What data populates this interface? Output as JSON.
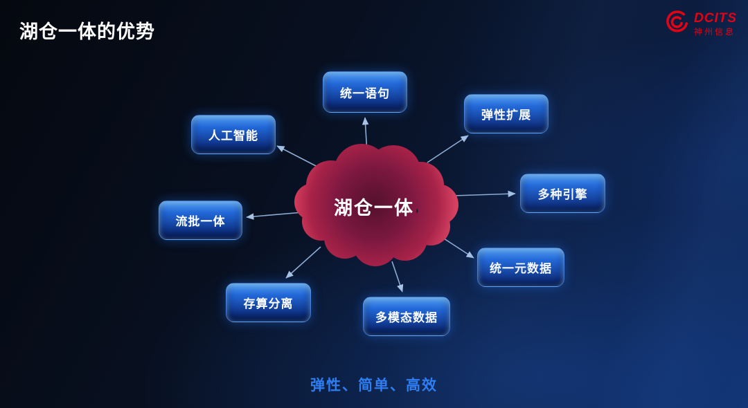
{
  "slide": {
    "title": "湖仓一体的优势",
    "footer": "弹性、简单、高效"
  },
  "logo": {
    "name": "DCITS",
    "subtitle": "神州信息",
    "color": "#e60012"
  },
  "diagram": {
    "center_label": "湖仓一体",
    "nodes": [
      {
        "id": "unified-statement",
        "label": "统一语句"
      },
      {
        "id": "elastic-scaling",
        "label": "弹性扩展"
      },
      {
        "id": "artificial-intelligence",
        "label": "人工智能"
      },
      {
        "id": "multi-engine",
        "label": "多种引擎"
      },
      {
        "id": "stream-batch-unified",
        "label": "流批一体"
      },
      {
        "id": "unified-metadata",
        "label": "统一元数据"
      },
      {
        "id": "storage-compute-separation",
        "label": "存算分离"
      },
      {
        "id": "multimodal-data",
        "label": "多模态数据"
      }
    ],
    "colors": {
      "node_blue": "#2268d8",
      "cloud_red": "#a82248",
      "footer_blue": "#2e7ef2",
      "arrow": "#8fadd4"
    }
  }
}
